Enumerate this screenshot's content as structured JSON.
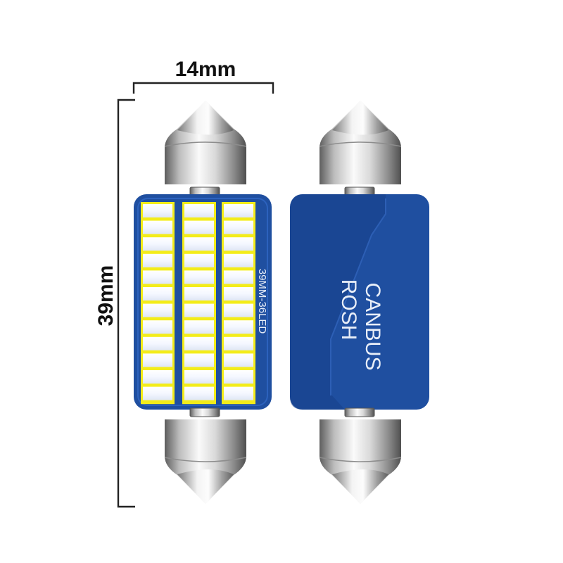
{
  "dimensions": {
    "width_label": "14mm",
    "height_label": "39mm"
  },
  "front_bulb": {
    "pcb_label": "39MM-36LED",
    "led_columns": 3,
    "led_rows": 12
  },
  "back_bulb": {
    "line1": "CANBUS",
    "line2": "ROSH"
  },
  "colors": {
    "pcb_blue": "#1f4fa0",
    "pcb_dark": "#163f88",
    "led_yellow": "#f3ec1a",
    "led_white": "#f7f9ff",
    "metal_light": "#e9e9e9",
    "metal_dark": "#6f6f6f",
    "dimension_line": "#222222"
  }
}
